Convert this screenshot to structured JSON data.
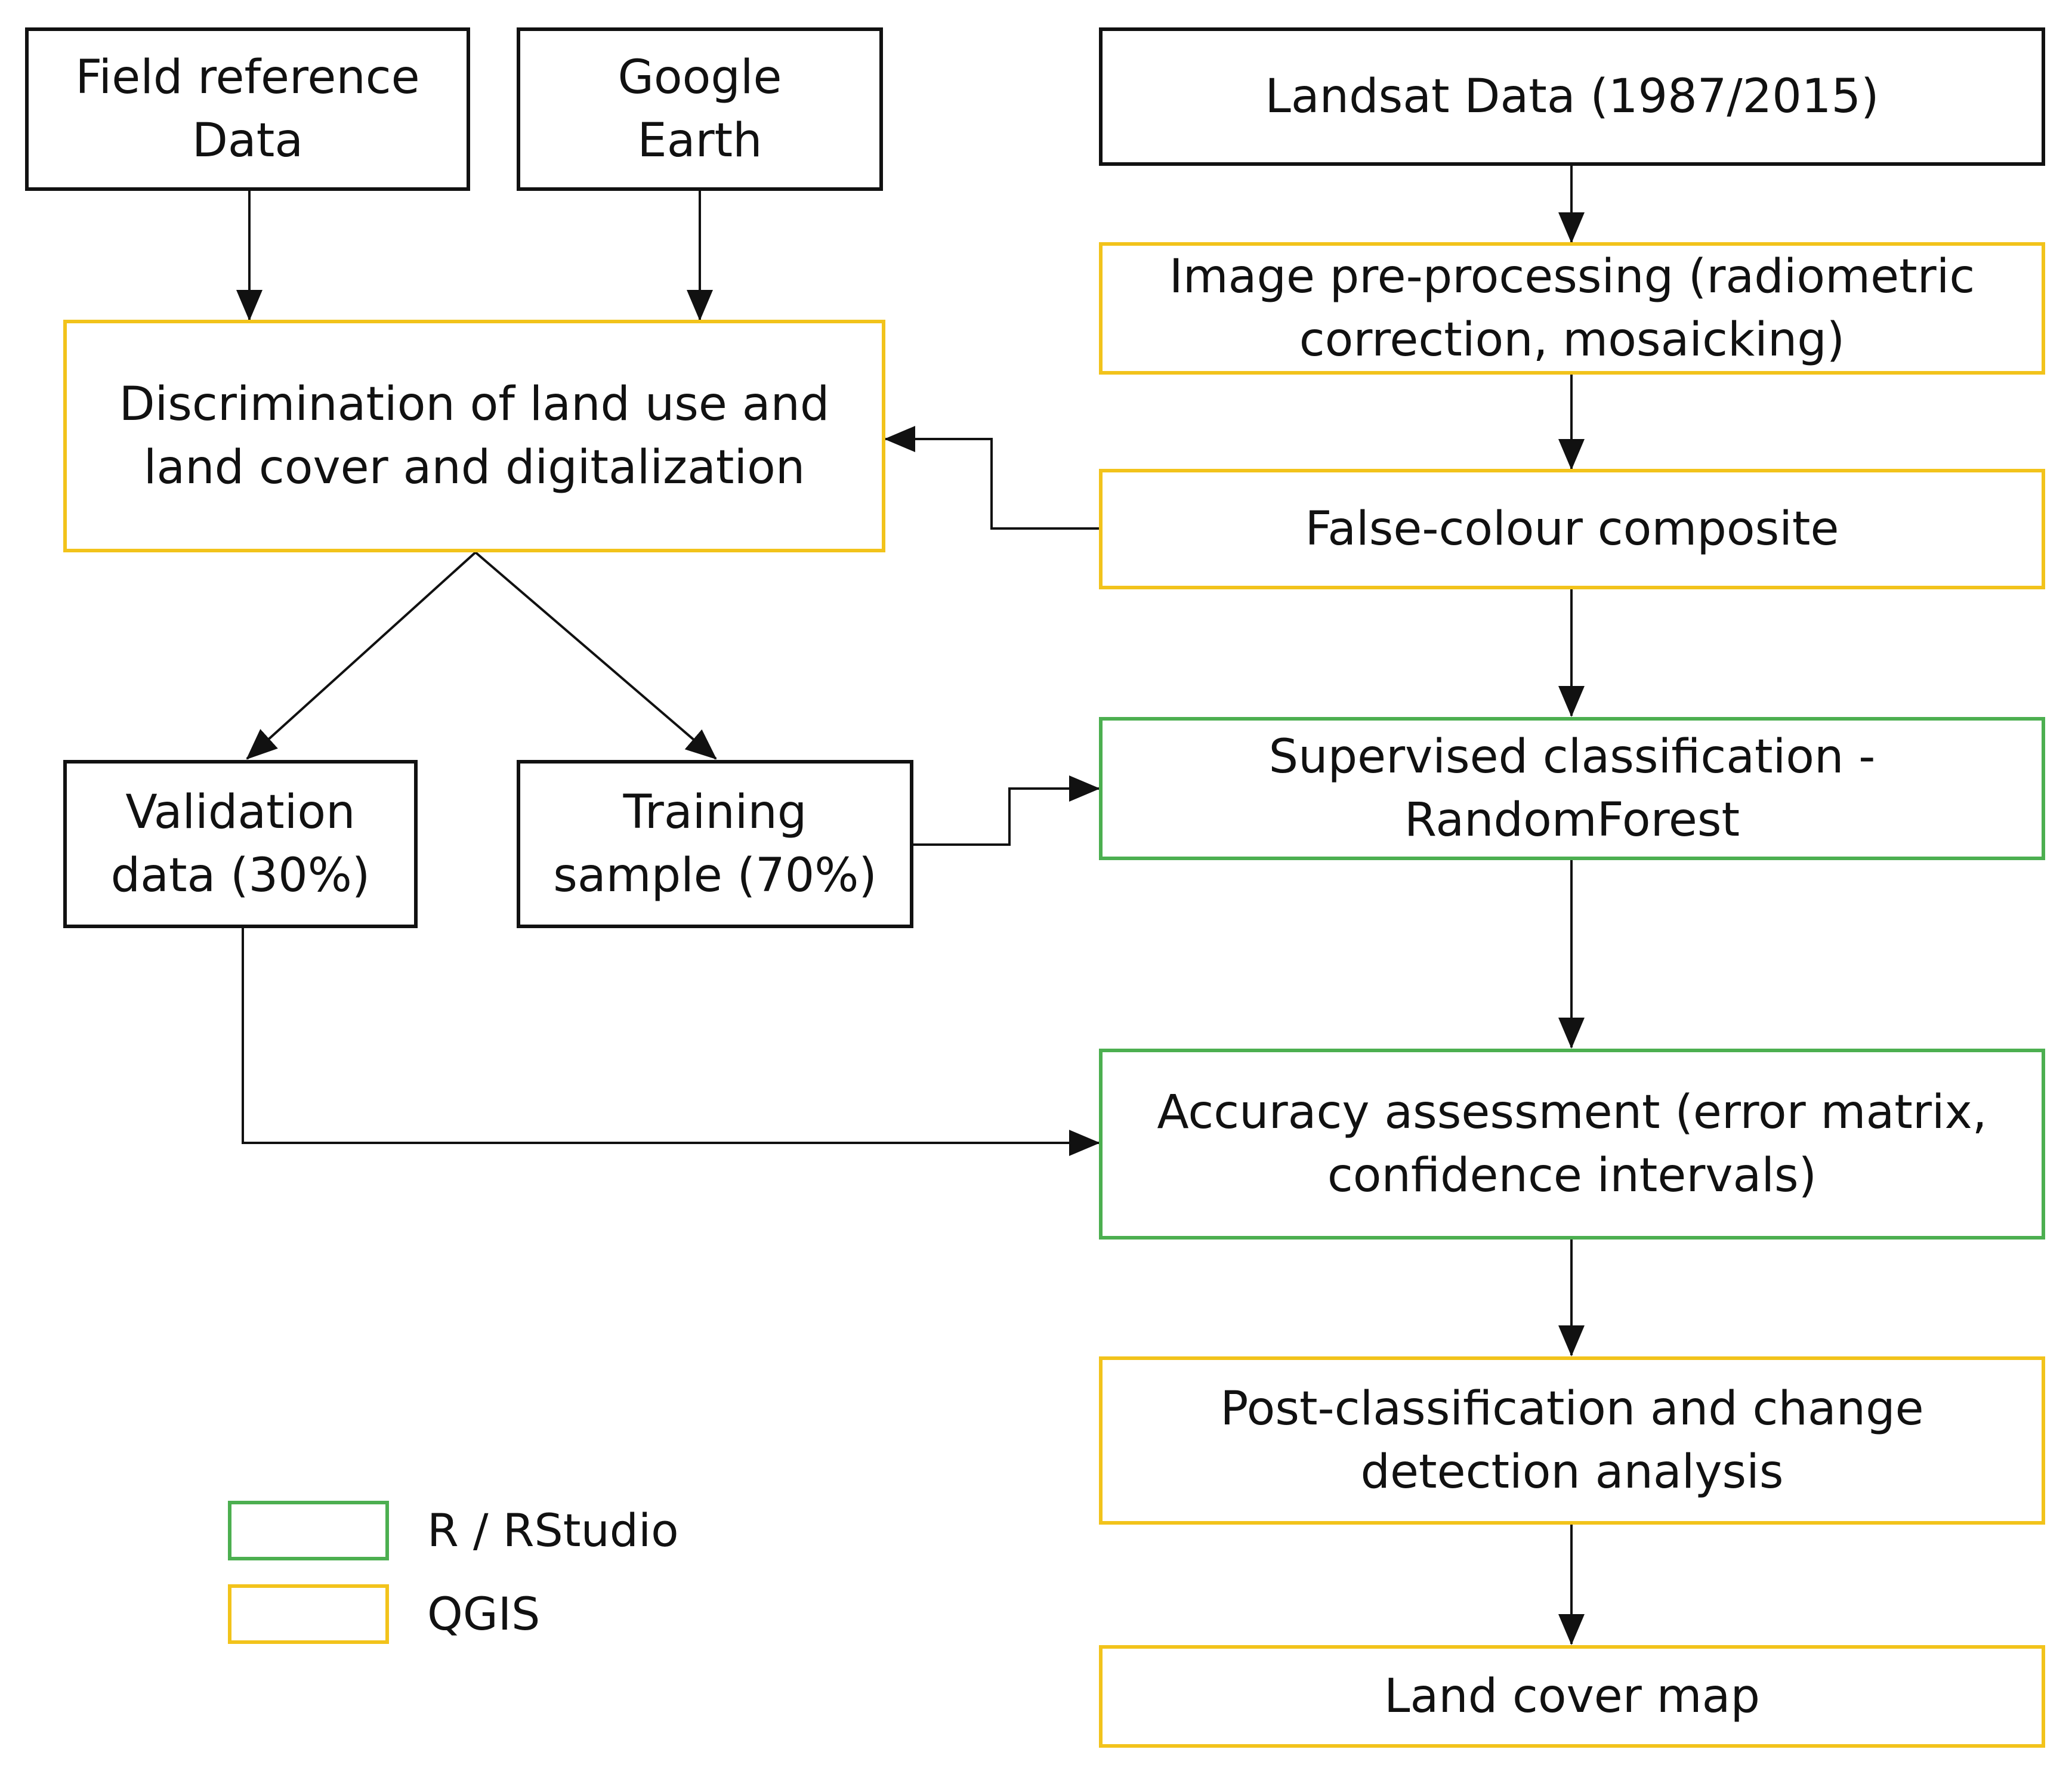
{
  "nodes": {
    "field_reference": {
      "text": "Field reference\nData",
      "style": "black"
    },
    "google_earth": {
      "text": "Google\nEarth",
      "style": "black"
    },
    "landsat": {
      "text": "Landsat Data (1987/2015)",
      "style": "black"
    },
    "preprocessing": {
      "text": "Image pre-processing (radiometric\ncorrection, mosaicking)",
      "style": "yellow"
    },
    "discrimination": {
      "text": "Discrimination of land use and\nland cover and digitalization",
      "style": "yellow"
    },
    "false_colour": {
      "text": "False-colour composite",
      "style": "yellow"
    },
    "validation": {
      "text": "Validation\ndata (30%)",
      "style": "black"
    },
    "training": {
      "text": "Training\nsample (70%)",
      "style": "black"
    },
    "supervised": {
      "text": "Supervised classification -\nRandomForest",
      "style": "green"
    },
    "accuracy": {
      "text": "Accuracy assessment (error matrix,\nconfidence intervals)",
      "style": "green"
    },
    "post_classification": {
      "text": "Post-classification and change\ndetection analysis",
      "style": "yellow"
    },
    "land_cover_map": {
      "text": "Land cover map",
      "style": "yellow"
    }
  },
  "edges": [
    {
      "from": "field_reference",
      "to": "discrimination"
    },
    {
      "from": "google_earth",
      "to": "discrimination"
    },
    {
      "from": "landsat",
      "to": "preprocessing"
    },
    {
      "from": "preprocessing",
      "to": "false_colour"
    },
    {
      "from": "false_colour",
      "to": "discrimination"
    },
    {
      "from": "false_colour",
      "to": "supervised"
    },
    {
      "from": "discrimination",
      "to": "validation"
    },
    {
      "from": "discrimination",
      "to": "training"
    },
    {
      "from": "training",
      "to": "supervised"
    },
    {
      "from": "supervised",
      "to": "accuracy"
    },
    {
      "from": "validation",
      "to": "accuracy"
    },
    {
      "from": "accuracy",
      "to": "post_classification"
    },
    {
      "from": "post_classification",
      "to": "land_cover_map"
    }
  ],
  "legend": {
    "r_rstudio": {
      "label": "R / RStudio",
      "color": "#4caf50"
    },
    "qgis": {
      "label": "QGIS",
      "color": "#f2c31b"
    }
  },
  "colors": {
    "black_border": "#111111",
    "qgis_yellow": "#f2c31b",
    "rstudio_green": "#4caf50"
  }
}
